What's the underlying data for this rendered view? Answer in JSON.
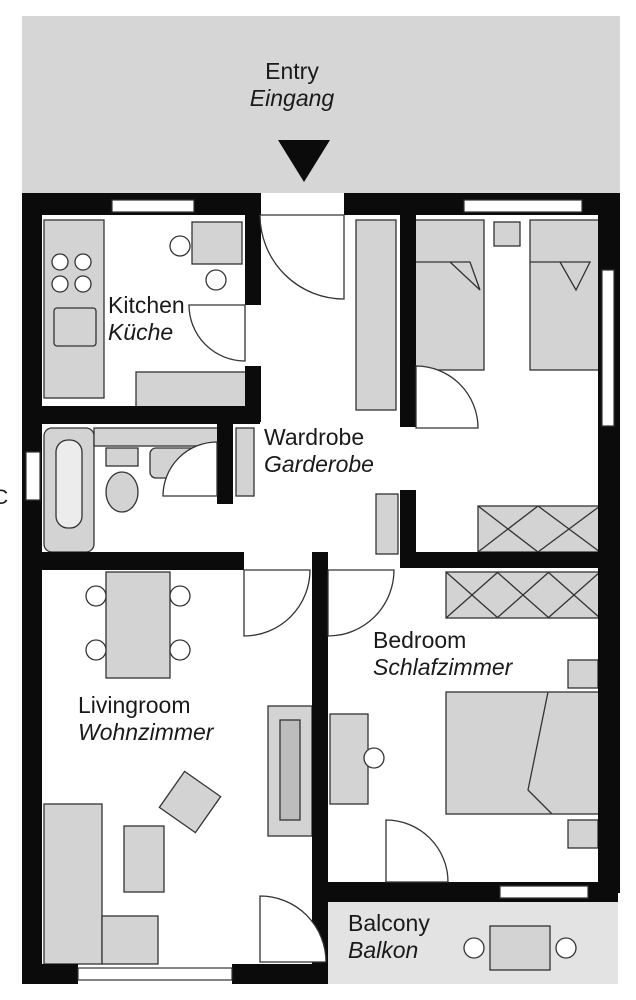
{
  "colors": {
    "wall": "#0b0b0b",
    "fixture": "#d3d3d3",
    "fixture_stroke": "#333333",
    "outside": "#d6d6d6",
    "floor": "#ffffff"
  },
  "entry": {
    "en": "Entry",
    "de": "Eingang",
    "marker_icon": "down-triangle"
  },
  "rooms": {
    "kitchen": {
      "en": "Kitchen",
      "de": "Küche"
    },
    "wardrobe": {
      "en": "Wardrobe",
      "de": "Garderobe"
    },
    "bedroom": {
      "en": "Bedroom",
      "de": "Schlafzimmer"
    },
    "livingroom": {
      "en": "Livingroom",
      "de": "Wohnzimmer"
    },
    "balcony": {
      "en": "Balcony",
      "de": "Balkon"
    }
  },
  "edge_text": "C"
}
